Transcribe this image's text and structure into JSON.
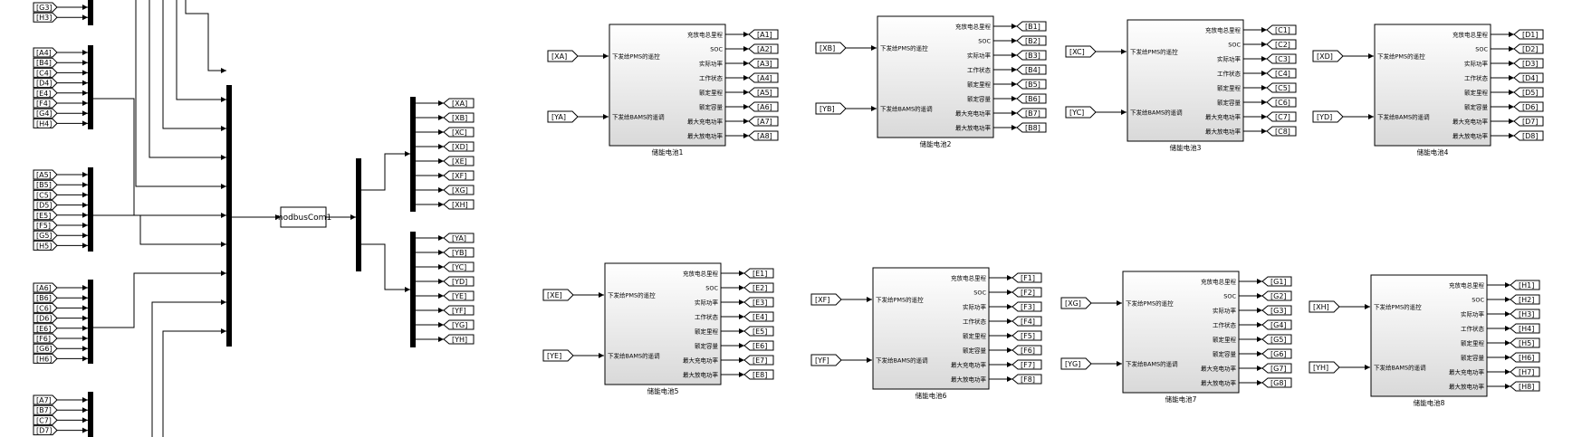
{
  "goto_tag_groups": [
    {
      "tags": [
        "[G3]",
        "[H3]"
      ]
    },
    {
      "tags": [
        "[A4]",
        "[B4]",
        "[C4]",
        "[D4]",
        "[E4]",
        "[F4]",
        "[G4]",
        "[H4]"
      ]
    },
    {
      "tags": [
        "[A5]",
        "[B5]",
        "[C5]",
        "[D5]",
        "[E5]",
        "[F5]",
        "[G5]",
        "[H5]"
      ]
    },
    {
      "tags": [
        "[A6]",
        "[B6]",
        "[C6]",
        "[D6]",
        "[E6]",
        "[F6]",
        "[G6]",
        "[H6]"
      ]
    },
    {
      "tags": [
        "[A7]",
        "[B7]",
        "[C7]",
        "[D7]"
      ]
    }
  ],
  "central_block": {
    "label": "modbusCom1"
  },
  "output_groups": [
    {
      "tags": [
        "[XA]",
        "[XB]",
        "[XC]",
        "[XD]",
        "[XE]",
        "[XF]",
        "[XG]",
        "[XH]"
      ]
    },
    {
      "tags": [
        "[YA]",
        "[YB]",
        "[YC]",
        "[YD]",
        "[YE]",
        "[YF]",
        "[YG]",
        "[YH]"
      ]
    }
  ],
  "battery_input_ports": [
    "下发给PMS的遥控",
    "下发给BAMS的遥调"
  ],
  "battery_output_ports": [
    "充放电总里程",
    "SOC",
    "实际功率",
    "工作状态",
    "额定里程",
    "额定容量",
    "最大充电功率",
    "最大放电功率"
  ],
  "battery_blocks": [
    {
      "name": "储能电池1",
      "inputs": [
        "[XA]",
        "[YA]"
      ],
      "outputs": [
        "[A1]",
        "[A2]",
        "[A3]",
        "[A4]",
        "[A5]",
        "[A6]",
        "[A7]",
        "[A8]"
      ]
    },
    {
      "name": "储能电池2",
      "inputs": [
        "[XB]",
        "[YB]"
      ],
      "outputs": [
        "[B1]",
        "[B2]",
        "[B3]",
        "[B4]",
        "[B5]",
        "[B6]",
        "[B7]",
        "[B8]"
      ]
    },
    {
      "name": "储能电池3",
      "inputs": [
        "[XC]",
        "[YC]"
      ],
      "outputs": [
        "[C1]",
        "[C2]",
        "[C3]",
        "[C4]",
        "[C5]",
        "[C6]",
        "[C7]",
        "[C8]"
      ]
    },
    {
      "name": "储能电池4",
      "inputs": [
        "[XD]",
        "[YD]"
      ],
      "outputs": [
        "[D1]",
        "[D2]",
        "[D3]",
        "[D4]",
        "[D5]",
        "[D6]",
        "[D7]",
        "[D8]"
      ]
    },
    {
      "name": "储能电池5",
      "inputs": [
        "[XE]",
        "[YE]"
      ],
      "outputs": [
        "[E1]",
        "[E2]",
        "[E3]",
        "[E4]",
        "[E5]",
        "[E6]",
        "[E7]",
        "[E8]"
      ]
    },
    {
      "name": "储能电池6",
      "inputs": [
        "[XF]",
        "[YF]"
      ],
      "outputs": [
        "[F1]",
        "[F2]",
        "[F3]",
        "[F4]",
        "[F5]",
        "[F6]",
        "[F7]",
        "[F8]"
      ]
    },
    {
      "name": "储能电池7",
      "inputs": [
        "[XG]",
        "[YG]"
      ],
      "outputs": [
        "[G1]",
        "[G2]",
        "[G3]",
        "[G4]",
        "[G5]",
        "[G6]",
        "[G7]",
        "[G8]"
      ]
    },
    {
      "name": "储能电池8",
      "inputs": [
        "[XH]",
        "[YH]"
      ],
      "outputs": [
        "[H1]",
        "[H2]",
        "[H3]",
        "[H4]",
        "[H5]",
        "[H6]",
        "[H7]",
        "[H8]"
      ]
    }
  ],
  "colors": {
    "line": "#000000",
    "block_fill_top": "#ffffff",
    "block_fill_bottom": "#d9d9d9",
    "background": "#ffffff"
  }
}
